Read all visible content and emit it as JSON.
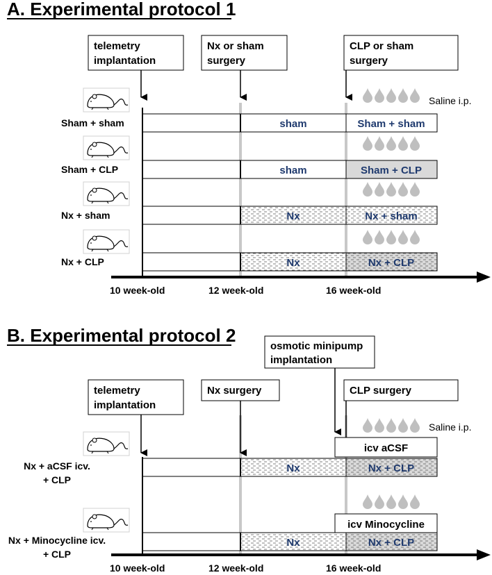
{
  "protocol1": {
    "title": "A. Experimental protocol 1",
    "events": {
      "telemetry": [
        "telemetry",
        "implantation"
      ],
      "nx_sham": [
        "Nx or sham",
        "surgery"
      ],
      "clp_sham": [
        "CLP or sham",
        "surgery"
      ]
    },
    "saline": "Saline i.p.",
    "groups": [
      {
        "name": "Sham + sham",
        "mid": "sham",
        "end": "Sham + sham",
        "mid_fill": "blank",
        "end_fill": "blank"
      },
      {
        "name": "Sham + CLP",
        "mid": "sham",
        "end": "Sham + CLP",
        "mid_fill": "blank",
        "end_fill": "grey"
      },
      {
        "name": "Nx + sham",
        "mid": "Nx",
        "end": "Nx + sham",
        "mid_fill": "hatch",
        "end_fill": "hatch"
      },
      {
        "name": "Nx + CLP",
        "mid": "Nx",
        "end": "Nx + CLP",
        "mid_fill": "hatch",
        "end_fill": "greyhatch"
      }
    ],
    "timeline": [
      "10 week-old",
      "12 week-old",
      "16 week-old"
    ]
  },
  "protocol2": {
    "title": "B. Experimental protocol 2",
    "events": {
      "minipump": [
        "osmotic minipump",
        "implantation"
      ],
      "telemetry": [
        "telemetry",
        "implantation"
      ],
      "nx": [
        "Nx surgery"
      ],
      "clp": [
        "CLP surgery"
      ]
    },
    "saline": "Saline i.p.",
    "groups": [
      {
        "name": [
          "Nx + aCSF icv.",
          "+ CLP"
        ],
        "icv": "icv aCSF",
        "mid": "Nx",
        "end": "Nx + CLP"
      },
      {
        "name": [
          "Nx + Minocycline icv.",
          "+ CLP"
        ],
        "icv": "icv Minocycline",
        "mid": "Nx",
        "end": "Nx + CLP"
      }
    ],
    "timeline": [
      "10 week-old",
      "12 week-old",
      "16 week-old"
    ]
  },
  "colors": {
    "bar_text": "#1f3a6e",
    "grey_fill": "#d9d9d9",
    "drop": "#bfbfbf",
    "guide": "#c8c8c8"
  },
  "icons": {
    "animal": "mouse-icon",
    "drop": "drop-icon",
    "arrow": "arrow-down-icon"
  }
}
